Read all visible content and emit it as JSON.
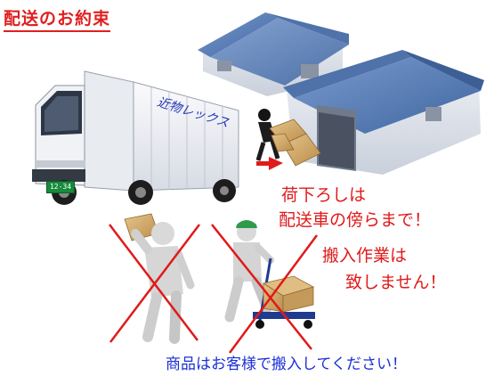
{
  "title": "配送のお約束",
  "truck_brand": "近物レックス",
  "plate": "12-34",
  "messages": {
    "line1": "荷下ろしは",
    "line2": "配送車の傍らまで！",
    "line3": "搬入作業は",
    "line4": "致しません！",
    "bottom": "商品はお客様で搬入してください！"
  },
  "colors": {
    "accent_red": "#e01a1a",
    "text_blue": "#1a2fd6",
    "roof_blue": "#5b7fb8",
    "wall_gray": "#dde3ec",
    "shirt_green": "#2e9a4a"
  }
}
